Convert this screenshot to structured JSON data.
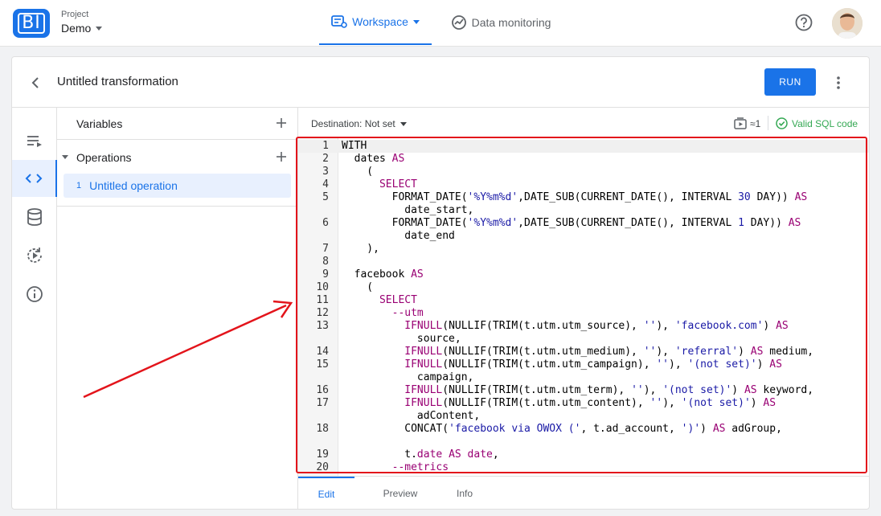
{
  "topbar": {
    "logo_text": "BI",
    "project_label": "Project",
    "project_name": "Demo",
    "nav_workspace": "Workspace",
    "nav_monitoring": "Data monitoring"
  },
  "header": {
    "title": "Untitled transformation",
    "run_label": "RUN"
  },
  "panel": {
    "variables_label": "Variables",
    "operations_label": "Operations",
    "operation_number": "1",
    "operation_name": "Untitled operation"
  },
  "editor": {
    "destination": "Destination: Not set",
    "count": "≈1",
    "valid_label": "Valid SQL code"
  },
  "tabs": {
    "edit": "Edit",
    "preview": "Preview",
    "info": "Info"
  },
  "colors": {
    "accent": "#1a73e8",
    "valid": "#34a853",
    "annotation": "#e3141b"
  }
}
